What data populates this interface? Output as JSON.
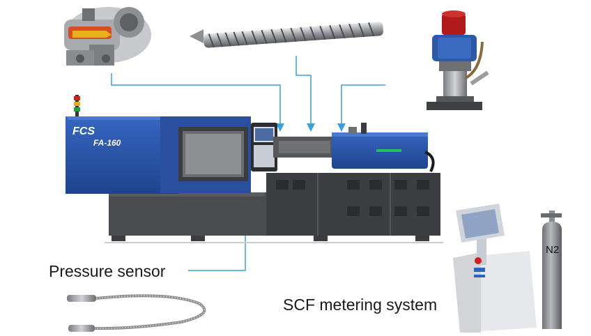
{
  "machine": {
    "brand": "FCS",
    "model": "FA-160"
  },
  "labels": {
    "pressure_sensor": "Pressure sensor",
    "scf_metering": "SCF metering system",
    "gas_cylinder": "N2"
  },
  "colors": {
    "machine_blue": "#2a55a8",
    "machine_dark_blue": "#1e3f82",
    "machine_grey": "#4a4c50",
    "callout_line": "#3aa0e0",
    "valve_red": "#b01a1a"
  }
}
